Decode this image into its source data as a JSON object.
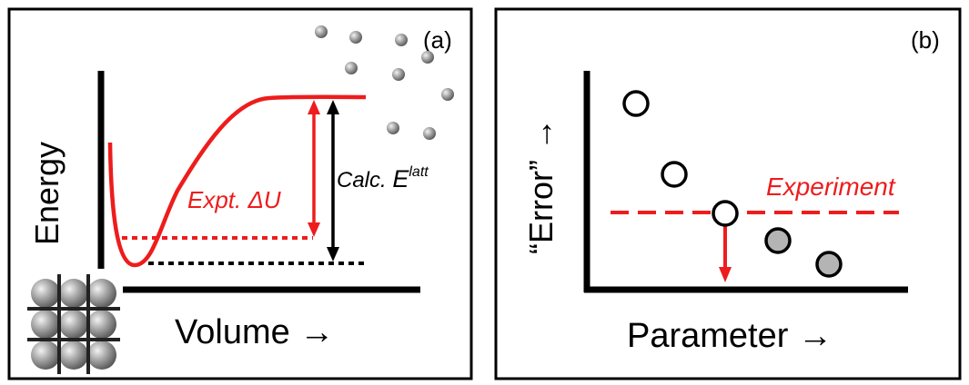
{
  "panel_a": {
    "label": "(a)",
    "y_label": "Energy",
    "x_label": "Volume →",
    "expt_label": "Expt. ΔU",
    "calc_label": "Calc. ",
    "calc_symbol": "E",
    "calc_superscript": "latt"
  },
  "panel_b": {
    "label": "(b)",
    "y_label": "“Error” →",
    "x_label": "Parameter →",
    "experiment_label": "Experiment"
  },
  "colors": {
    "red": "#ee1c1c",
    "black": "#000000",
    "gray_fill": "#b4b4b4"
  }
}
